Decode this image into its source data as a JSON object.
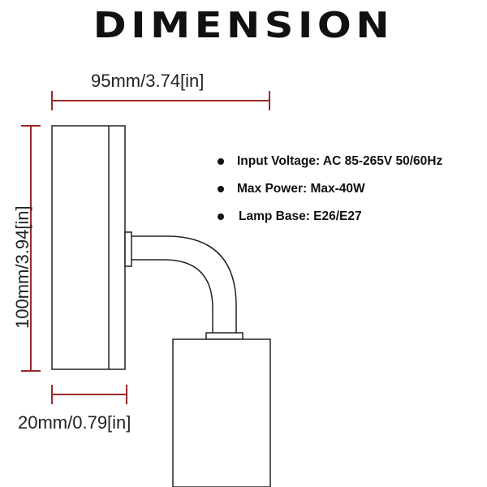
{
  "title": "DIMENSION",
  "dimensions": {
    "width": "95mm/3.74[in]",
    "height": "100mm/3.94[in]",
    "depth": "20mm/0.79[in]"
  },
  "specs": [
    "Input Voltage: AC 85-265V 50/60Hz",
    "Max Power: Max-40W",
    "Lamp Base: E26/E27"
  ],
  "colors": {
    "dimension_line": "#9b2a2a",
    "outline": "#222222"
  }
}
